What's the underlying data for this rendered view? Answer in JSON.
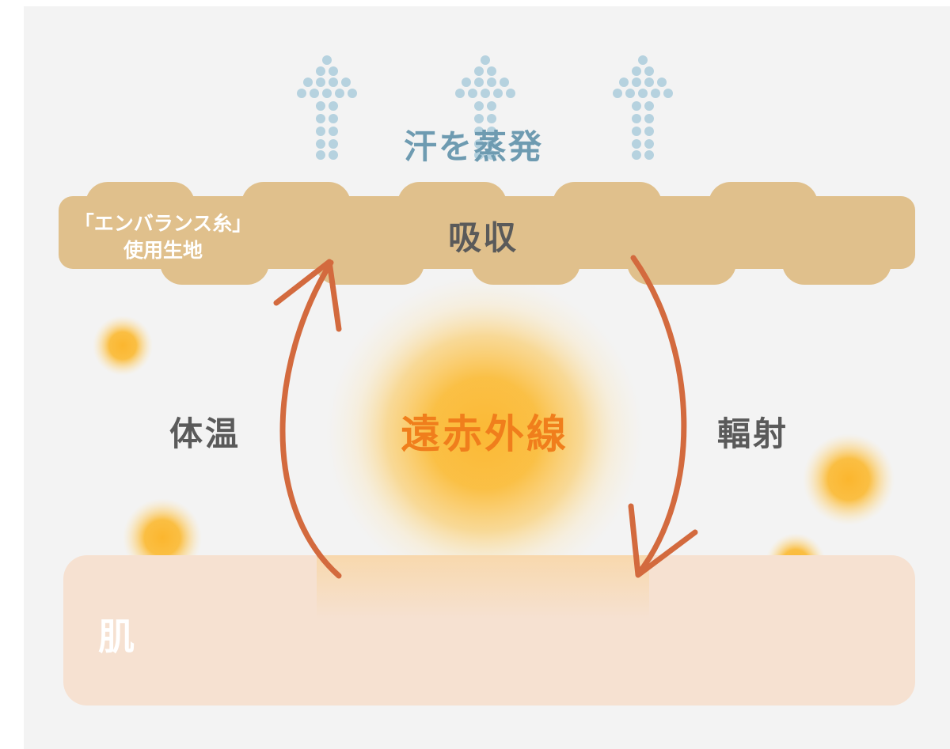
{
  "labels": {
    "evaporate": "汗を蒸発",
    "fabric_line1": "「エンバランス糸」",
    "fabric_line2": "使用生地",
    "absorb": "吸収",
    "body_heat": "体温",
    "far_infrared": "遠赤外線",
    "radiation": "輻射",
    "skin": "肌"
  },
  "colors": {
    "background": "#f3f3f3",
    "fabric": "#e0c08c",
    "skin": "#f6e1d1",
    "arrow": "#d36a3e",
    "glow": "#fbb935",
    "vapor_dots": "#b6d2df",
    "evaporate_text": "#6e9bb1",
    "far_infrared_text": "#f07e1c",
    "body_text": "#5a5a5a"
  },
  "icons": {
    "vapor_arrows": "dotted-up-arrow-icon",
    "cycle_arrows": "curved-arrow-icon",
    "glow": "glow-orb"
  }
}
